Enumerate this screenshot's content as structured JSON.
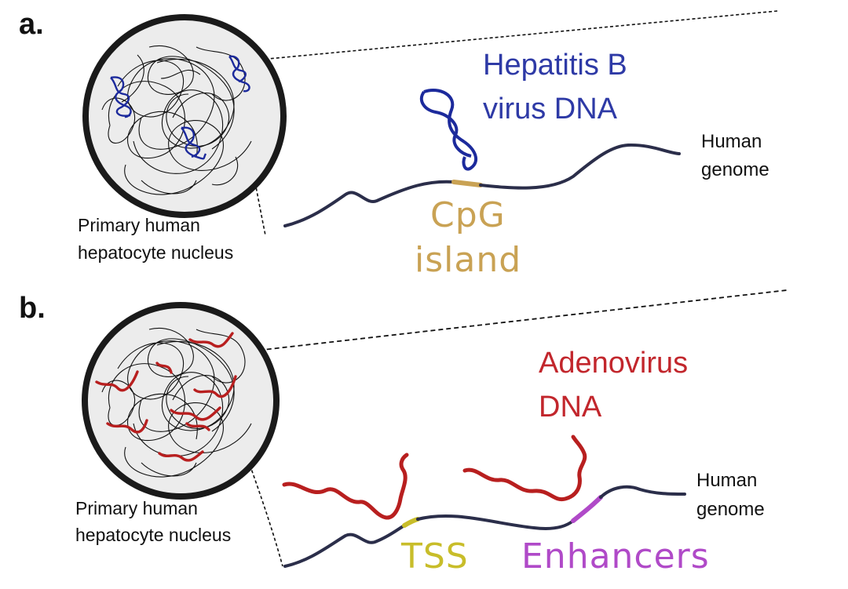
{
  "panel_a": {
    "label": "a.",
    "nucleus_label_line1": "Primary human",
    "nucleus_label_line2": "hepatocyte nucleus",
    "virus_label_line1": "Hepatitis B",
    "virus_label_line2": "virus DNA",
    "genome_label_line1": "Human",
    "genome_label_line2": "genome",
    "feature_label_line1": "CpG",
    "feature_label_line2": "island"
  },
  "panel_b": {
    "label": "b.",
    "nucleus_label_line1": "Primary human",
    "nucleus_label_line2": "hepatocyte nucleus",
    "virus_label_line1": "Adenovirus",
    "virus_label_line2": "DNA",
    "genome_label_line1": "Human",
    "genome_label_line2": "genome",
    "feature1_label": "TSS",
    "feature2_label": "Enhancers"
  },
  "colors": {
    "hbv_blue": "#1c2a9c",
    "hbv_text": "#2e3aa6",
    "adeno_red": "#b81f1f",
    "adeno_text": "#c2262c",
    "cpg_gold": "#c9a254",
    "tss_yellow": "#c8bd2a",
    "enhancer_purple": "#b04ac8",
    "genome_navy": "#2b2e4a",
    "nucleus_fill": "#ececec",
    "nucleus_border": "#1a1a1a"
  }
}
